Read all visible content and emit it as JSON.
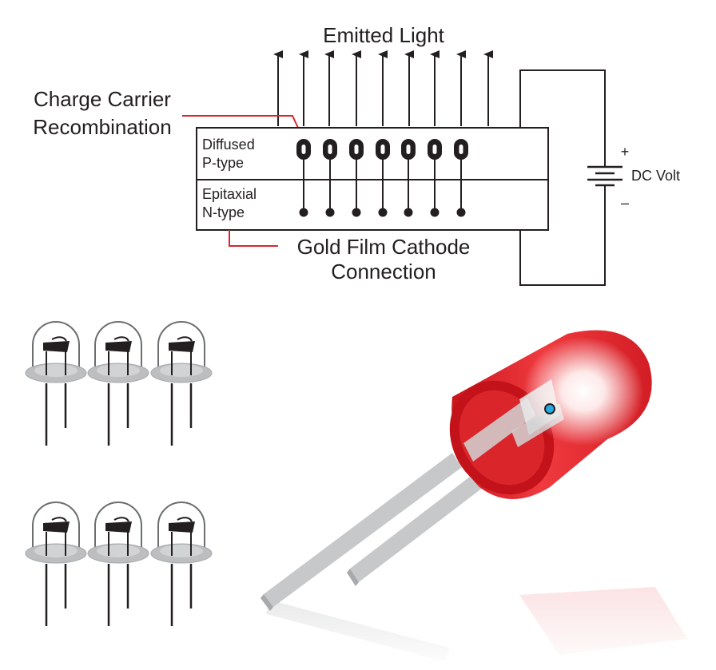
{
  "diagram": {
    "emitted_light": "Emitted Light",
    "recombination": [
      "Charge Carrier",
      "Recombination"
    ],
    "p_layer": [
      "Diffused",
      "P-type"
    ],
    "n_layer": [
      "Epitaxial",
      "N-type"
    ],
    "cathode": [
      "Gold Film Cathode",
      "Connection"
    ],
    "dc_volt": "DC Volt",
    "plus": "+",
    "minus": "–"
  },
  "colors": {
    "leader_line": "#d7262f",
    "led_body": "#e31e24",
    "outline": "#231f20"
  },
  "icons": [
    "led-lamp-icon",
    "red-led-illustration"
  ]
}
